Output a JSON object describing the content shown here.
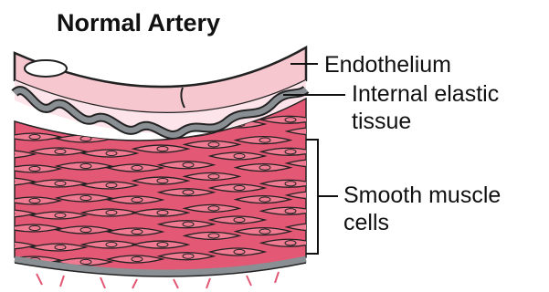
{
  "title": "Normal Artery",
  "labels": {
    "endothelium": "Endothelium",
    "internal_elastic_line1": "Internal elastic",
    "internal_elastic_line2": "tissue",
    "smooth_muscle_line1": "Smooth muscle",
    "smooth_muscle_line2": "cells"
  },
  "colors": {
    "endothelium_fill": "#f7c7d0",
    "lumen_band": "#fde4ea",
    "elastic_gray": "#8a8f94",
    "muscle_fill": "#e35875",
    "muscle_cell": "#f07a92",
    "outline": "#222222"
  }
}
